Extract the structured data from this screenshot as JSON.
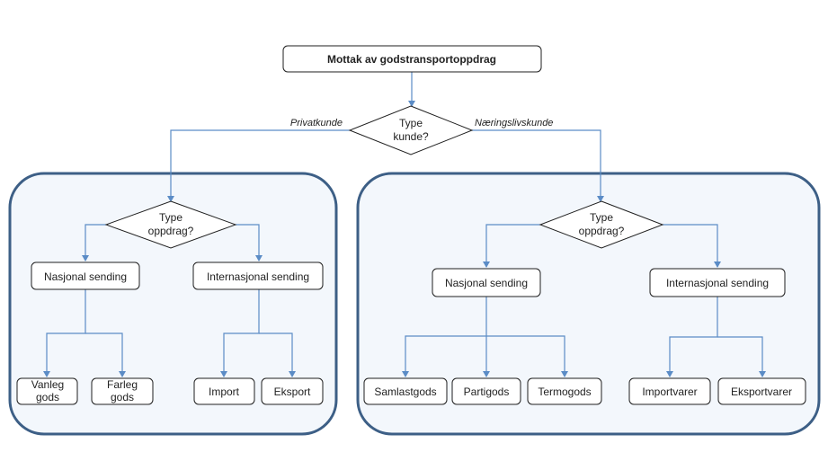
{
  "diagram": {
    "root": "Mottak  av godstransportoppdrag",
    "customer_decision": {
      "line1": "Type",
      "line2": "kunde?"
    },
    "edge_private": "Privatkunde",
    "edge_business": "Næringslivskunde",
    "private": {
      "decision": {
        "line1": "Type",
        "line2": "oppdrag?"
      },
      "national": "Nasjonal sending",
      "international": "Internasjonal sending",
      "ordinary": {
        "line1": "Vanleg",
        "line2": "gods"
      },
      "dangerous": {
        "line1": "Farleg",
        "line2": "gods"
      },
      "import": "Import",
      "export": "Eksport"
    },
    "business": {
      "decision": {
        "line1": "Type",
        "line2": "oppdrag?"
      },
      "national": "Nasjonal sending",
      "international": "Internasjonal sending",
      "groupage": "Samlastgods",
      "partload": "Partigods",
      "thermo": "Termogods",
      "importgoods": "Importvarer",
      "exportgoods": "Eksportvarer"
    }
  },
  "colors": {
    "connector": "#5b8cc6",
    "panel_border": "#3d5f86",
    "panel_fill": "#f3f7fc"
  }
}
